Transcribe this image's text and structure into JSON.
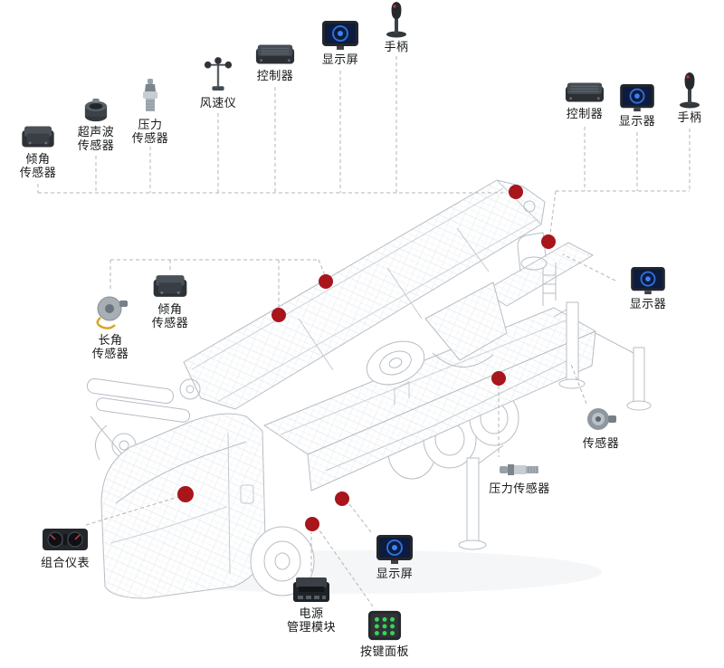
{
  "diagram": {
    "title": "truck-crane-sensor-layout",
    "colors": {
      "dot": "#a8151b",
      "connector": "#b5b5b5",
      "label_text": "#16181a"
    },
    "components": [
      {
        "id": "tilt-sensor-upper-left",
        "icon": "box-sensor-icon",
        "label": "倾角\n传感器"
      },
      {
        "id": "ultrasonic-sensor",
        "icon": "cylinder-sensor-icon",
        "label": "超声波\n传感器"
      },
      {
        "id": "pressure-sensor-upper",
        "icon": "pressure-plug-icon",
        "label": "压力\n传感器"
      },
      {
        "id": "anemometer",
        "icon": "anemometer-icon",
        "label": "风速仪"
      },
      {
        "id": "controller-upper",
        "icon": "controller-icon",
        "label": "控制器"
      },
      {
        "id": "display-upper",
        "icon": "display-icon",
        "label": "显示屏"
      },
      {
        "id": "joystick-upper",
        "icon": "joystick-icon",
        "label": "手柄"
      },
      {
        "id": "controller-right",
        "icon": "controller-icon",
        "label": "控制器"
      },
      {
        "id": "display-right",
        "icon": "display-icon",
        "label": "显示器"
      },
      {
        "id": "joystick-right",
        "icon": "joystick-icon",
        "label": "手柄"
      },
      {
        "id": "display-mid-right",
        "icon": "display-icon",
        "label": "显示器"
      },
      {
        "id": "sensor-right",
        "icon": "round-sensor-icon",
        "label": "传感器"
      },
      {
        "id": "pressure-sensor-lower",
        "icon": "pressure-plug-icon",
        "label": "压力传感器"
      },
      {
        "id": "display-lower",
        "icon": "display-icon",
        "label": "显示屏"
      },
      {
        "id": "keypad-panel",
        "icon": "keypad-icon",
        "label": "按键面板"
      },
      {
        "id": "power-module",
        "icon": "power-module-icon",
        "label": "电源\n管理模块"
      },
      {
        "id": "instrument-cluster",
        "icon": "instrument-cluster-icon",
        "label": "组合仪表"
      },
      {
        "id": "length-angle-sensor",
        "icon": "cable-sensor-icon",
        "label": "长角\n传感器"
      },
      {
        "id": "tilt-sensor-mid-left",
        "icon": "box-sensor-icon",
        "label": "倾角\n传感器"
      }
    ]
  }
}
